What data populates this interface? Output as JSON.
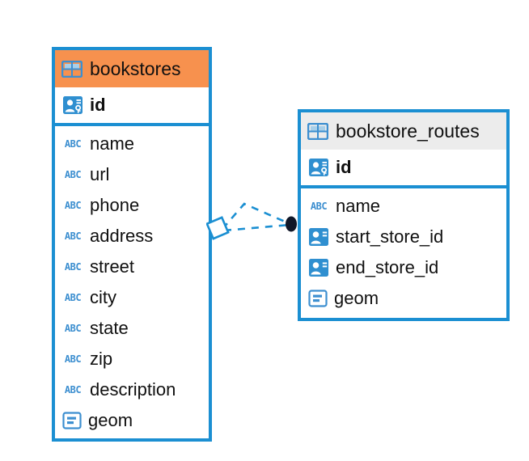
{
  "diagram": {
    "type": "entity-relationship-diagram",
    "background": "#ffffff",
    "accent_color": "#1b8fd2",
    "selected_header_color": "#f7914e",
    "unselected_header_color": "#ececec",
    "icon_blue": "#3d8fd0",
    "relationship_endpoint_color": "#101728"
  },
  "tables": [
    {
      "name": "bookstores",
      "selected": true,
      "header_icon": "table-icon",
      "primary_key": {
        "label": "id",
        "icon": "primary-key-icon"
      },
      "fields": [
        {
          "label": "name",
          "icon": "abc-text-icon"
        },
        {
          "label": "url",
          "icon": "abc-text-icon"
        },
        {
          "label": "phone",
          "icon": "abc-text-icon"
        },
        {
          "label": "address",
          "icon": "abc-text-icon"
        },
        {
          "label": "street",
          "icon": "abc-text-icon"
        },
        {
          "label": "city",
          "icon": "abc-text-icon"
        },
        {
          "label": "state",
          "icon": "abc-text-icon"
        },
        {
          "label": "zip",
          "icon": "abc-text-icon"
        },
        {
          "label": "description",
          "icon": "abc-text-icon"
        },
        {
          "label": "geom",
          "icon": "geometry-icon"
        }
      ]
    },
    {
      "name": "bookstore_routes",
      "selected": false,
      "header_icon": "table-icon",
      "primary_key": {
        "label": "id",
        "icon": "primary-key-icon"
      },
      "fields": [
        {
          "label": "name",
          "icon": "abc-text-icon"
        },
        {
          "label": "start_store_id",
          "icon": "foreign-key-icon"
        },
        {
          "label": "end_store_id",
          "icon": "foreign-key-icon"
        },
        {
          "label": "geom",
          "icon": "geometry-icon"
        }
      ]
    }
  ],
  "relationship": {
    "from_table": "bookstores",
    "to_table": "bookstore_routes",
    "source_marker": "diamond-outline",
    "target_marker": "filled-circle",
    "line_style": "dashed"
  },
  "icon_labels": {
    "abc": "ABC"
  }
}
